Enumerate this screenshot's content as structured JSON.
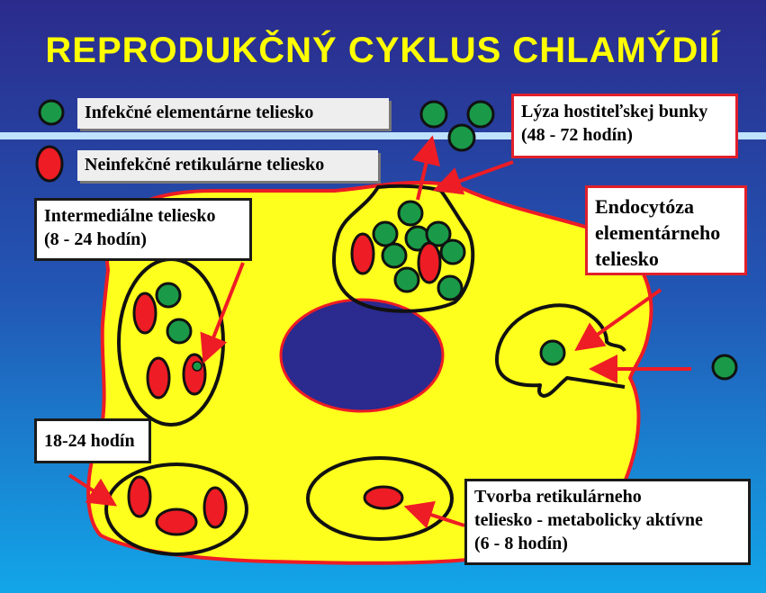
{
  "title": "REPRODUKČNÝ CYKLUS CHLAMÝDIÍ",
  "legend": {
    "elementary": "Infekčné elementárne teliesko",
    "reticular": "Neinfekčné retikulárne teliesko"
  },
  "annotations": {
    "lysis": "Lýza hostiteľskej bunky\n(48 - 72 hodín)",
    "endocytosis": "Endocytóza\nelementárneho\nteliesko",
    "intermediate": "Intermediálne teliesko\n(8 - 24 hodín)",
    "hours_18_24": "18-24 hodín",
    "reticular_formation": "Tvorba retikulárneho\nteliesko - metabolicky aktívne\n(6 - 8 hodín)"
  },
  "colors": {
    "background_top": "#2a2a8c",
    "background_bottom": "#1aa3e8",
    "cell_fill": "#ffff1e",
    "cell_border": "#ee1c24",
    "nucleus": "#2a2a8f",
    "elementary_body": "#1a9a48",
    "reticular_body": "#ee1c24",
    "membrane_line": "#bfe3ff",
    "arrow": "#ee1c24",
    "title": "#ffff00"
  }
}
